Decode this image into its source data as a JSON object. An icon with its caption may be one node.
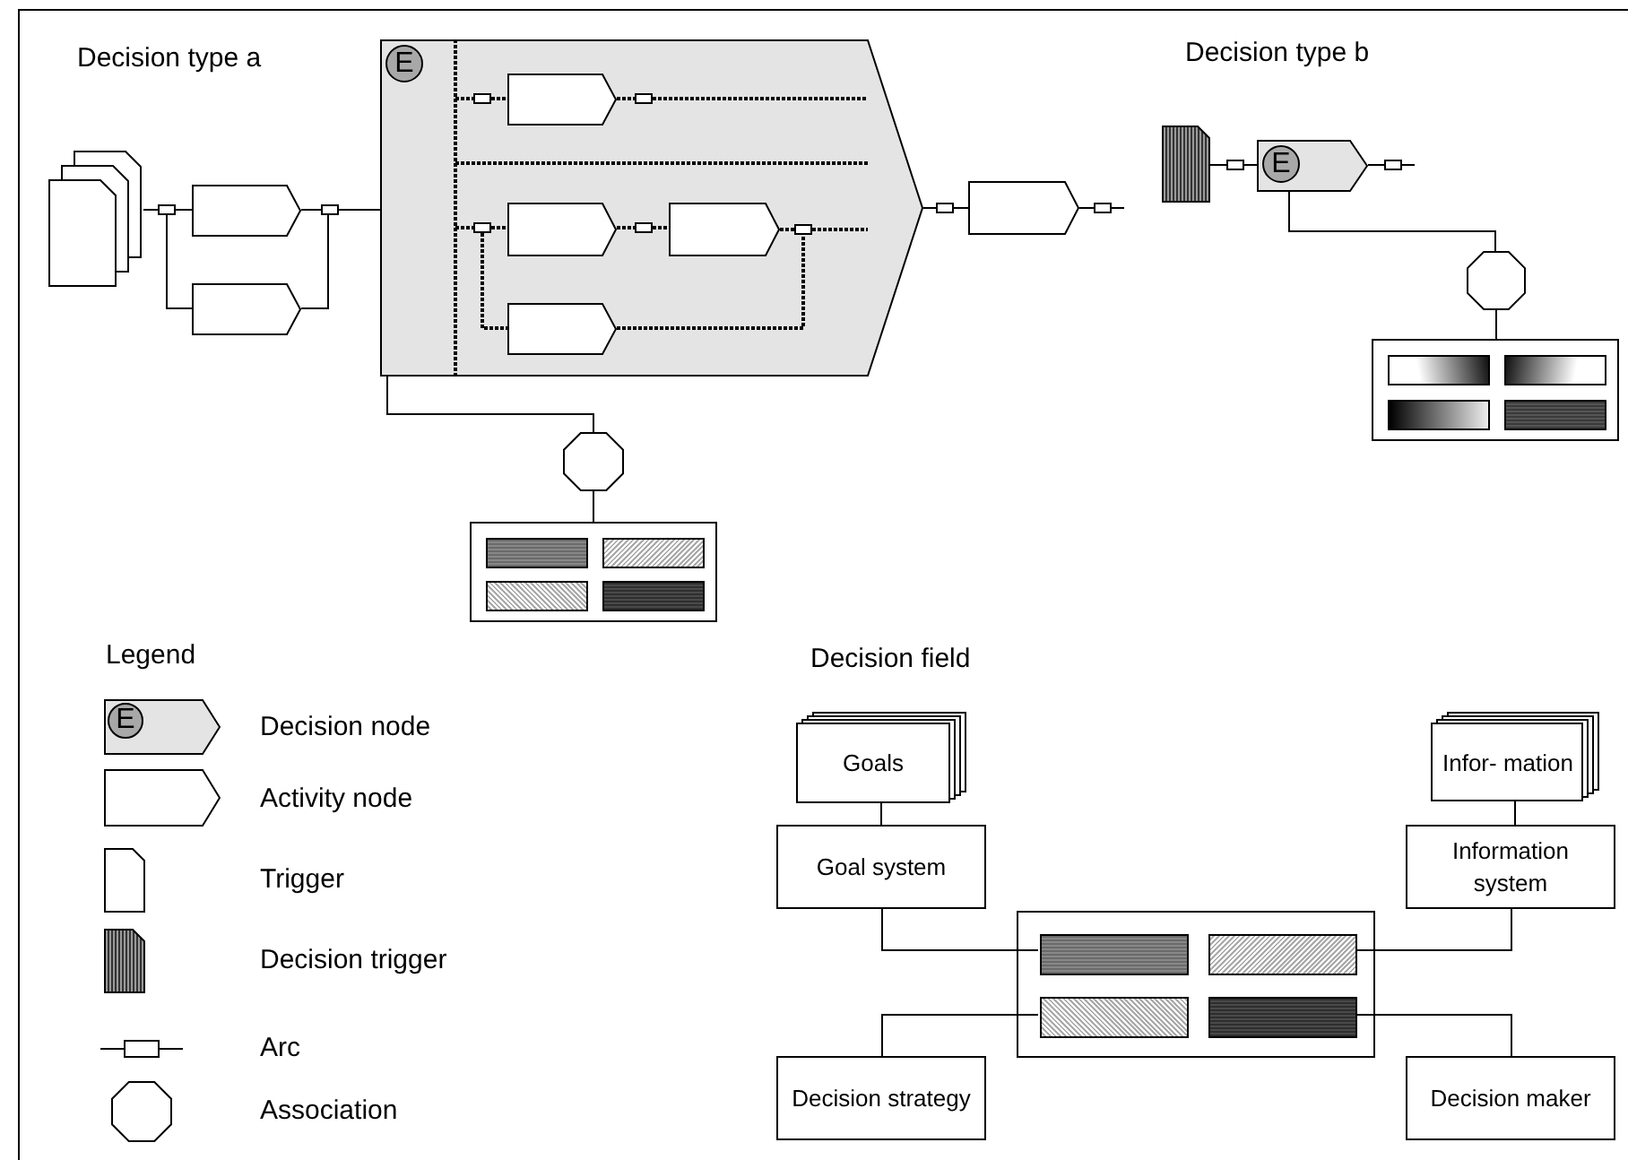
{
  "diagram": {
    "nodes": [
      {
        "text": [],
        "shape": "document"
      },
      {
        "text": [],
        "shape": "box"
      },
      {
        "text": [],
        "shape": "pentagon"
      },
      {
        "text": [],
        "shape": "pentagon"
      },
      {
        "text": [],
        "shape": "box"
      },
      {
        "text": [
          "E"
        ]
      },
      {
        "text": [],
        "shape": "box",
        "in": 5
      },
      {
        "text": [],
        "shape": "pentagon",
        "in": 5
      },
      {
        "text": [],
        "shape": "box",
        "in": 5
      },
      {
        "text": [],
        "shape": "box",
        "in": 5
      },
      {
        "text": [],
        "shape": "pentagon",
        "in": 5
      },
      {
        "text": [],
        "shape": "box",
        "in": 5
      },
      {
        "text": [],
        "shape": "pentagon",
        "in": 5
      },
      {
        "text": [],
        "shape": "box",
        "in": 5
      },
      {
        "text": [],
        "shape": "pentagon",
        "in": 5
      },
      {
        "text": [],
        "shape": "octagon"
      },
      {
        "text": [],
        "shape": "box"
      },
      {
        "text": [],
        "shape": "bar",
        "in": 16
      },
      {
        "text": [],
        "shape": "bar",
        "in": 16
      },
      {
        "text": [],
        "shape": "bar",
        "in": 16
      },
      {
        "text": [],
        "shape": "bar",
        "in": 16
      },
      {
        "text": [],
        "shape": "box"
      },
      {
        "text": [],
        "shape": "pentagon"
      },
      {
        "text": [],
        "shape": "box"
      },
      {
        "text": [],
        "shape": "document"
      },
      {
        "text": [],
        "shape": "box"
      },
      {
        "text": [
          "E"
        ]
      },
      {
        "text": [],
        "shape": "box"
      },
      {
        "text": [],
        "shape": "octagon"
      },
      {
        "text": [],
        "shape": "box"
      },
      {
        "text": [],
        "shape": "bar",
        "in": 29
      },
      {
        "text": [],
        "shape": "bar",
        "in": 29
      },
      {
        "text": [],
        "shape": "bar",
        "in": 29
      },
      {
        "text": [],
        "shape": "bar",
        "in": 29
      },
      {
        "text": [
          "Goals"
        ]
      },
      {
        "text": [
          "Infor- mation"
        ]
      },
      {
        "text": [
          "Goal system"
        ]
      },
      {
        "text": [
          "Information system"
        ]
      },
      {
        "text": [],
        "shape": "box"
      },
      {
        "text": [],
        "shape": "bar",
        "in": 38
      },
      {
        "text": [],
        "shape": "bar",
        "in": 38
      },
      {
        "text": [],
        "shape": "bar",
        "in": 38
      },
      {
        "text": [],
        "shape": "bar",
        "in": 38
      },
      {
        "text": [
          "Decision strategy"
        ]
      },
      {
        "text": [
          "Decision maker"
        ]
      }
    ],
    "edges": [
      {
        "from": 0,
        "to": 1,
        "arrow": "none"
      },
      {
        "from": 1,
        "to": 2,
        "arrow": "none"
      },
      {
        "from": 1,
        "to": 3,
        "arrow": "none"
      },
      {
        "from": 2,
        "to": 4,
        "arrow": "none"
      },
      {
        "from": 3,
        "to": 4,
        "arrow": "none"
      },
      {
        "from": 4,
        "to": 5,
        "arrow": "none"
      },
      {
        "from": null,
        "to": 6,
        "arrow": "none",
        "style": "dashed"
      },
      {
        "from": 6,
        "to": 7,
        "arrow": "none",
        "style": "dashed"
      },
      {
        "from": 7,
        "to": 8,
        "arrow": "none",
        "style": "dashed"
      },
      {
        "from": 8,
        "to": null,
        "arrow": "none",
        "style": "dashed"
      },
      {
        "from": null,
        "to": 9,
        "arrow": "none",
        "style": "dashed"
      },
      {
        "from": 9,
        "to": 10,
        "arrow": "none",
        "style": "dashed"
      },
      {
        "from": 10,
        "to": 11,
        "arrow": "none",
        "style": "dashed"
      },
      {
        "from": 11,
        "to": 12,
        "arrow": "none",
        "style": "dashed"
      },
      {
        "from": 12,
        "to": 13,
        "arrow": "none",
        "style": "dashed"
      },
      {
        "from": 13,
        "to": null,
        "arrow": "none",
        "style": "dashed"
      },
      {
        "from": 9,
        "to": 14,
        "arrow": "none",
        "style": "dashed"
      },
      {
        "from": 14,
        "to": 13,
        "arrow": "none",
        "style": "dashed"
      },
      {
        "from": 5,
        "to": 15,
        "arrow": "none"
      },
      {
        "from": 15,
        "to": 16,
        "arrow": "none"
      },
      {
        "from": 5,
        "to": 21,
        "arrow": "none"
      },
      {
        "from": 21,
        "to": 22,
        "arrow": "none"
      },
      {
        "from": 22,
        "to": 23,
        "arrow": "none"
      },
      {
        "from": 23,
        "to": null,
        "arrow": "none"
      },
      {
        "from": 24,
        "to": 25,
        "arrow": "none"
      },
      {
        "from": 25,
        "to": 26,
        "arrow": "none"
      },
      {
        "from": 26,
        "to": 27,
        "arrow": "none"
      },
      {
        "from": 27,
        "to": null,
        "arrow": "none"
      },
      {
        "from": 26,
        "to": 28,
        "arrow": "none"
      },
      {
        "from": 28,
        "to": 29,
        "arrow": "none"
      },
      {
        "from": 34,
        "to": 36,
        "arrow": "none"
      },
      {
        "from": 36,
        "to": 39,
        "arrow": "none"
      },
      {
        "from": 35,
        "to": 37,
        "arrow": "none"
      },
      {
        "from": 37,
        "to": 40,
        "arrow": "none"
      },
      {
        "from": 43,
        "to": 41,
        "arrow": "none"
      },
      {
        "from": 44,
        "to": 42,
        "arrow": "none"
      }
    ],
    "labels": [
      "Decision type a",
      "Decision type b",
      "Legend",
      "E",
      "Decision field"
    ],
    "legend": [
      {
        "text": "Decision node"
      },
      {
        "text": "Activity node"
      },
      {
        "text": "Trigger"
      },
      {
        "text": "Decision trigger"
      },
      {
        "text": "Arc"
      },
      {
        "text": "Association"
      }
    ]
  }
}
